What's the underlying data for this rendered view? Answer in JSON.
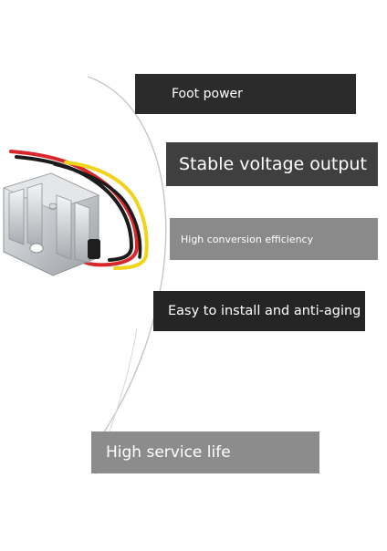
{
  "features": [
    {
      "label": "Foot power",
      "color": "#2b2b2b"
    },
    {
      "label": "Stable voltage output",
      "color": "#3f3f3f"
    },
    {
      "label": "High conversion efficiency",
      "color": "#8a8a8a"
    },
    {
      "label": "Easy to install and anti-aging",
      "color": "#252525"
    },
    {
      "label": "High service life",
      "color": "#8c8c8c"
    }
  ],
  "colors": {
    "curve": "#c6c6c6",
    "module_body": "#b8bbbf",
    "wire_red": "#d8262a",
    "wire_black": "#1b1b1b",
    "wire_yellow": "#f2d31b"
  }
}
